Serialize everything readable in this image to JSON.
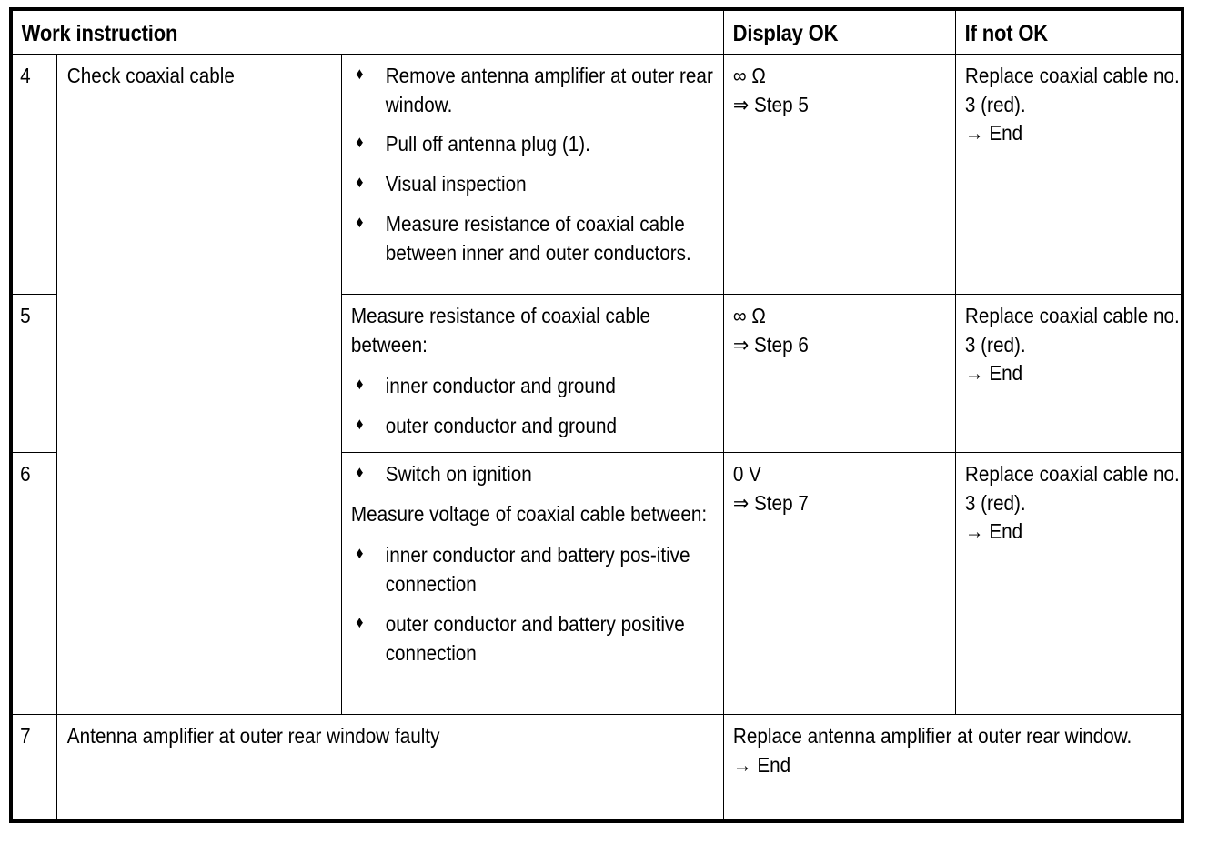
{
  "document": {
    "type": "work-instruction-table",
    "title_column": "Work instruction"
  },
  "table": {
    "headers": {
      "work_instruction": "Work instruction",
      "display_ok": "Display OK",
      "if_not_ok": "If not OK"
    },
    "rows": [
      {
        "step": "4",
        "description": "Check coaxial cable",
        "detail_bullets": [
          "Remove antenna amplifier at outer rear window.",
          "Pull off antenna plug (1).",
          "Visual inspection",
          "Measure resistance of coaxial cable between inner and outer conductors."
        ],
        "display_ok_value": "∞ Ω",
        "display_ok_next": "⇒ Step 5",
        "if_not_ok_action": "Replace coaxial cable no. 3 (red).",
        "if_not_ok_next": "→ End"
      },
      {
        "step": "5",
        "detail_intro": "Measure resistance of coaxial cable between:",
        "detail_bullets": [
          "inner conductor and ground",
          "outer conductor and ground"
        ],
        "display_ok_value": "∞ Ω",
        "display_ok_next": "⇒ Step 6",
        "if_not_ok_action": "Replace coaxial cable no. 3 (red).",
        "if_not_ok_next": "→ End"
      },
      {
        "step": "6",
        "detail_lead_bullets": [
          "Switch on ignition"
        ],
        "detail_intro": "Measure voltage of coaxial cable between:",
        "detail_bullets": [
          "inner conductor and battery pos-itive connection",
          "outer conductor and battery positive connection"
        ],
        "display_ok_value": "0 V",
        "display_ok_next": "⇒ Step 7",
        "if_not_ok_action": "Replace coaxial cable no. 3 (red).",
        "if_not_ok_next": "→ End"
      },
      {
        "step": "7",
        "description": "Antenna amplifier at outer rear window faulty",
        "result_action": "Replace antenna amplifier at outer rear window.",
        "result_next": "→ End"
      }
    ]
  },
  "glyphs": {
    "bullet": "♦",
    "infinity_ohm": "∞ Ω",
    "double_arrow": "⇒",
    "single_arrow": "→"
  },
  "colors": {
    "ink": "#000000",
    "paper": "#ffffff"
  }
}
